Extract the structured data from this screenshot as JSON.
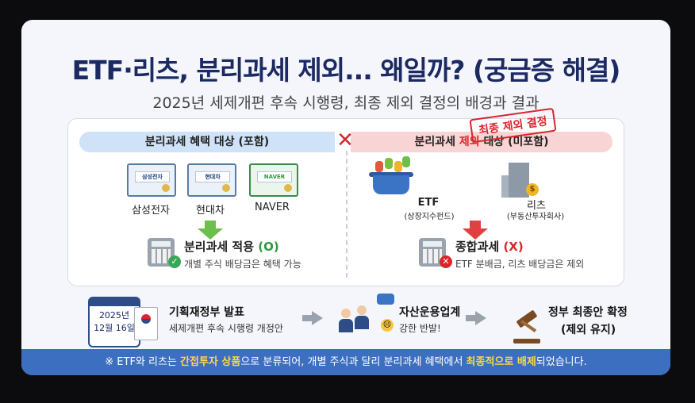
{
  "title": "ETF·리츠, 분리과세 제외... 왜일까? (궁금증 해결)",
  "subtitle": "2025년 세제개편 후속 시행령, 최종 제외 결정의 배경과 결과",
  "left": {
    "header": "분리과세 혜택 대상 (포함)",
    "items": [
      {
        "cert_text": "삼성전자",
        "label": "삼성전자"
      },
      {
        "cert_text": "현대차",
        "label": "현대차"
      },
      {
        "cert_text": "NAVER",
        "label": "NAVER"
      }
    ],
    "result_prefix": "분리과세 적용 ",
    "result_mark": "(O)",
    "result_sub": "개별 주식 배당금은 혜택 가능"
  },
  "right": {
    "header_prefix": "분리과세 ",
    "header_accent": "제외",
    "header_suffix": " 대상 (미포함)",
    "etf_label": "ETF",
    "etf_sub": "(상장지수펀드)",
    "reit_label": "리츠",
    "reit_sub": "(부동산투자회사)",
    "coin_symbol": "$",
    "stamp": "최종 제외 결정",
    "result_prefix": "종합과세 ",
    "result_mark": "(X)",
    "result_sub": "ETF 분배금, 리츠 배당금은 제외"
  },
  "timeline": [
    {
      "date": "2025년\n12월 16일",
      "date_line1": "2025년",
      "date_line2": "12월 16일",
      "title": "기획재정부 발표",
      "sub": "세제개편 후속 시행령 개정안"
    },
    {
      "title": "자산운용업계",
      "sub": "강한 반발!"
    },
    {
      "title": "정부 최종안 확정",
      "sub": "(제외 유지)"
    }
  ],
  "footer": {
    "p1": "※ ETF와 리츠는 ",
    "h1": "간접투자 상품",
    "p2": "으로 분류되어, 개별 주식과 달리 분리과세 혜택에서 ",
    "h2": "최종적으로 배제",
    "p3": "되었습니다."
  },
  "colors": {
    "title": "#1b2a63",
    "accent_red": "#d9262c",
    "accent_green": "#2e9a3e",
    "footer_bg": "#3d6fc0",
    "footer_highlight": "#ffd84a"
  }
}
